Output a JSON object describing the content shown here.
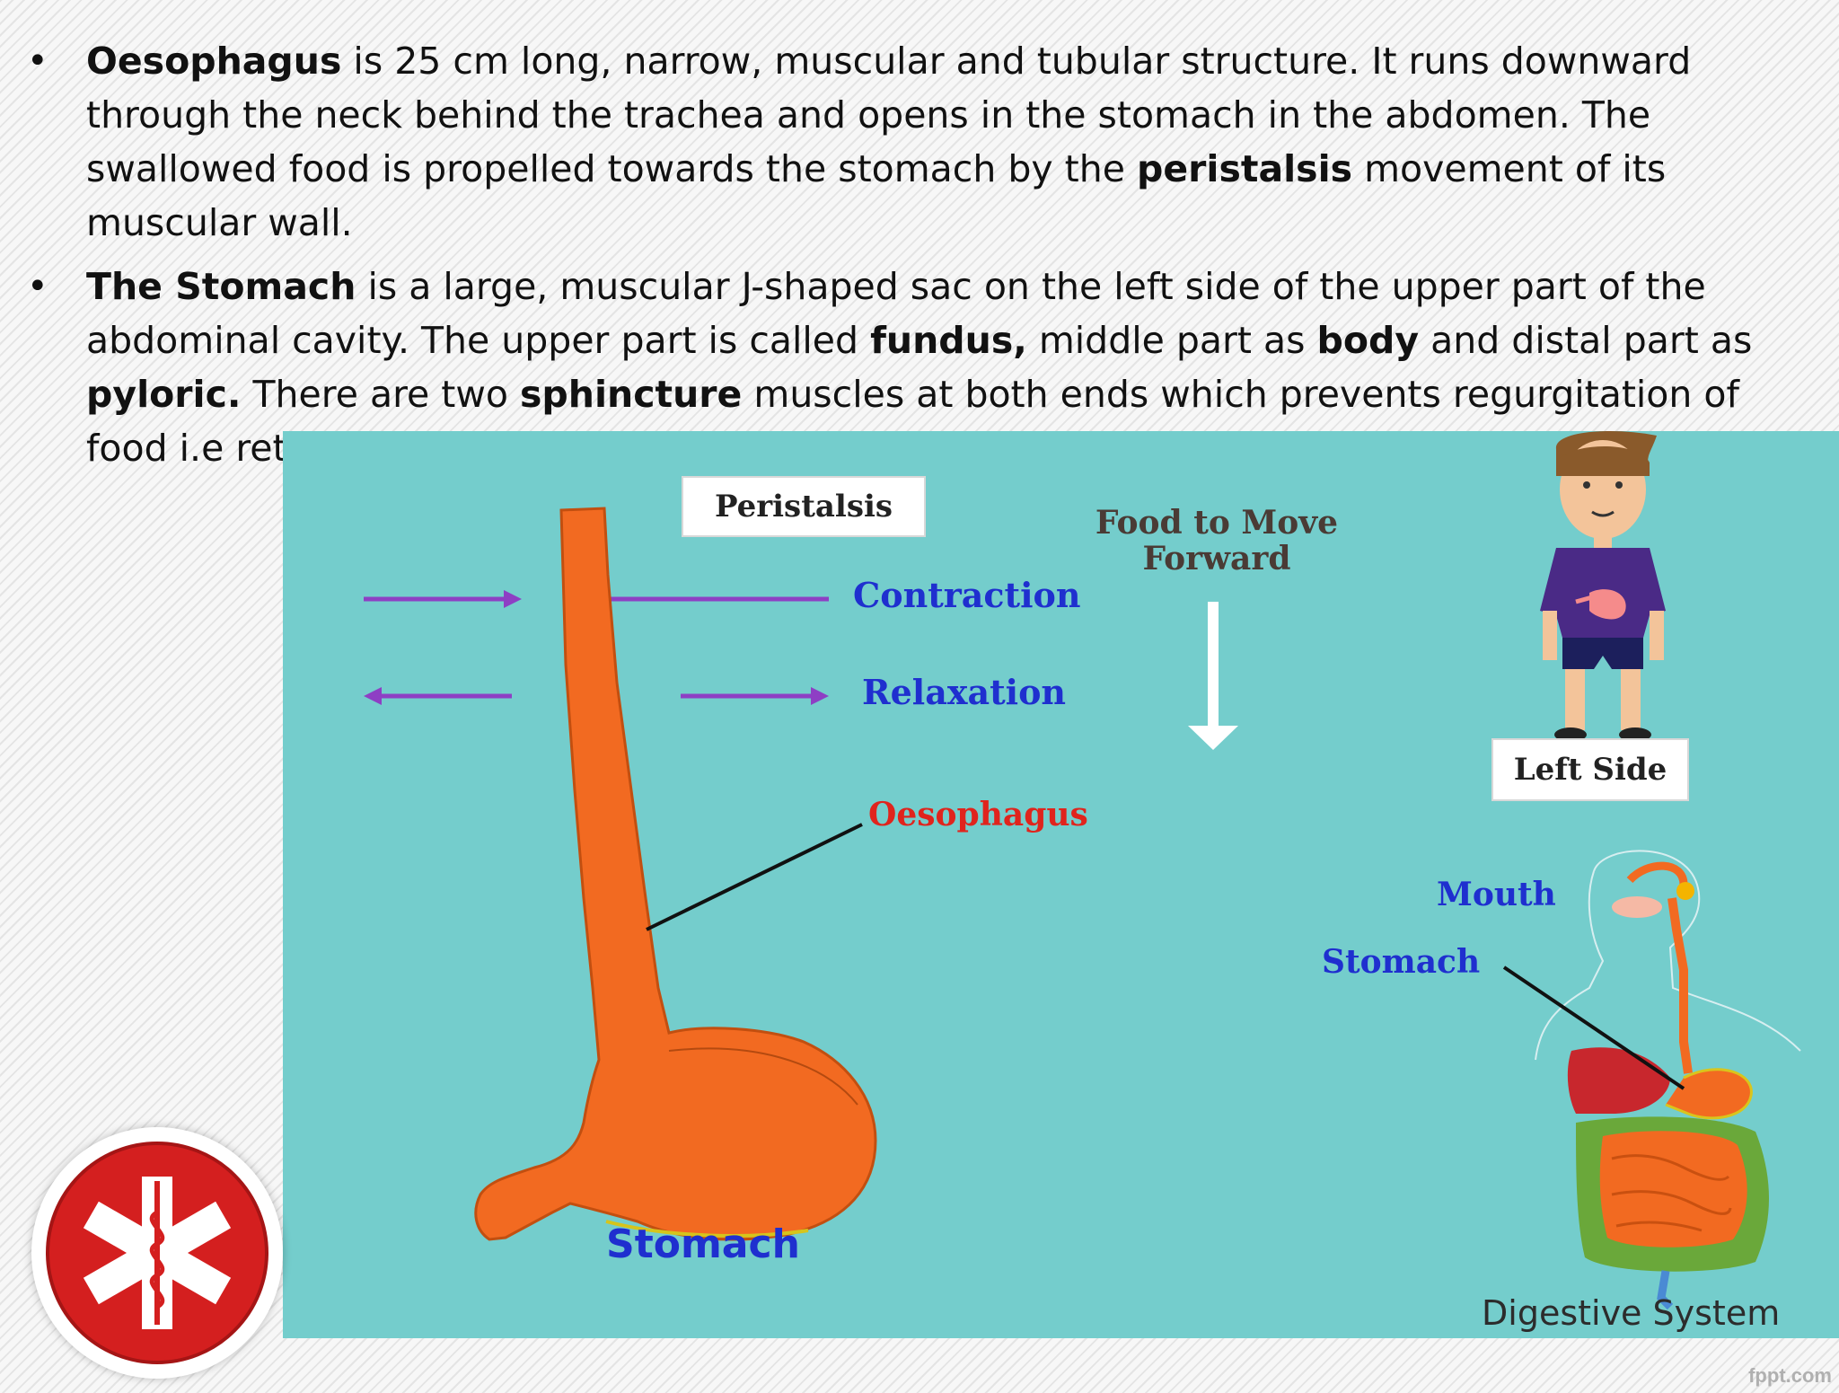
{
  "bullets": [
    {
      "marker": "•",
      "runs": [
        {
          "text": "Oesophagus",
          "bold": true
        },
        {
          "text": " is 25 cm long, narrow, muscular and tubular structure. It runs downward through the neck behind the trachea and opens in the stomach in the abdomen. The swallowed food is propelled towards the stomach  by the ",
          "bold": false
        },
        {
          "text": "peristalsis",
          "bold": true
        },
        {
          "text": " movement of its muscular wall.",
          "bold": false
        }
      ]
    },
    {
      "marker": "•",
      "runs": [
        {
          "text": "The Stomach",
          "bold": true
        },
        {
          "text": " is a large, muscular J-shaped sac on the left side of the upper part of the abdominal cavity. The upper part is called ",
          "bold": false
        },
        {
          "text": "fundus,",
          "bold": true
        },
        {
          "text": " middle part as ",
          "bold": false
        },
        {
          "text": "body",
          "bold": true
        },
        {
          "text": " and distal part as ",
          "bold": false
        },
        {
          "text": "pyloric.",
          "bold": true
        },
        {
          "text": " There are two ",
          "bold": false
        },
        {
          "text": "sphincture",
          "bold": true
        },
        {
          "text": " muscles at both ends which prevents regurgitation of food i.e return of food into the buccal cavity.",
          "bold": false
        }
      ]
    }
  ],
  "diagram": {
    "peristalsis_label": "Peristalsis",
    "contraction_label": "Contraction",
    "relaxation_label": "Relaxation",
    "food_line1": "Food to Move",
    "food_line2": "Forward",
    "oesophagus_label": "Oesophagus",
    "stomach_label": "Stomach",
    "left_side_label": "Left Side",
    "mouth_label": "Mouth",
    "stomach_small_label": "Stomach",
    "digestive_system_label": "Digestive System"
  },
  "footer": "fppt.com",
  "colors": {
    "diagram_bg": "#74cdcc",
    "organ": "#f26a21",
    "arrow_purple": "#8e3fc4",
    "label_blue": "#1f2fcf",
    "label_red": "#e0241d",
    "logo_red": "#d41f1f"
  },
  "icons": [
    "medical-star-of-life-icon",
    "boy-character-illustration",
    "digestive-system-illustration"
  ]
}
